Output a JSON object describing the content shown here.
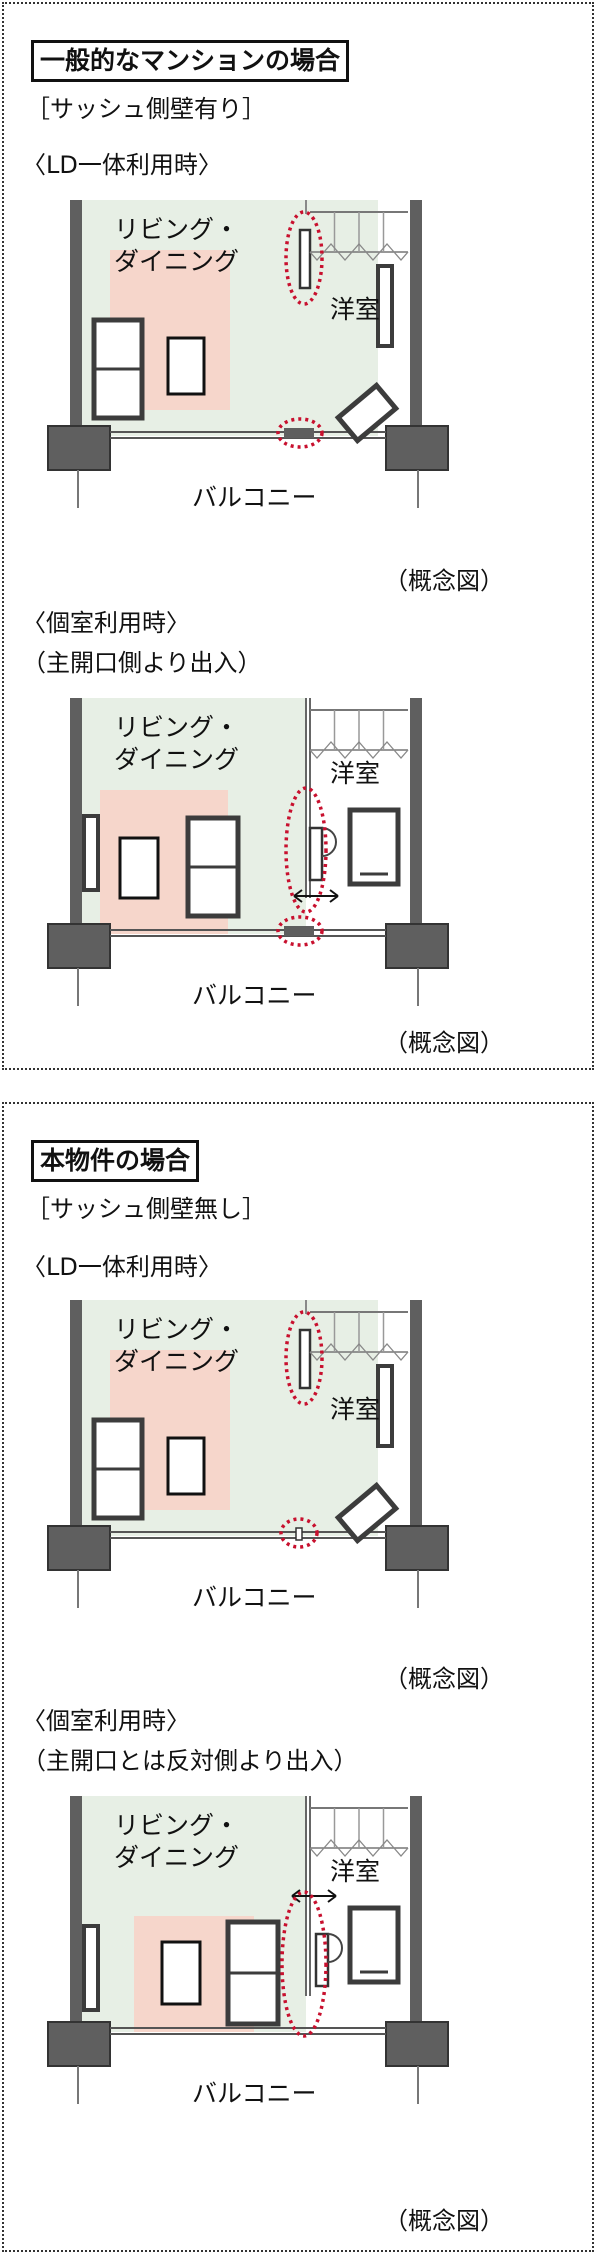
{
  "sections": [
    {
      "title": "一般的なマンションの場合",
      "bracket_note": "［サッシュ側壁有り］",
      "diagrams": [
        {
          "heading": [
            "〈LD一体利用時〉"
          ],
          "ld_label": [
            "リビング・",
            "ダイニング"
          ],
          "room_label": "洋室",
          "balcony_label": "バルコニー",
          "caption": "（概念図）"
        },
        {
          "heading": [
            "〈個室利用時〉",
            "（主開口側より出入）"
          ],
          "ld_label": [
            "リビング・",
            "ダイニング"
          ],
          "room_label": "洋室",
          "balcony_label": "バルコニー",
          "caption": "（概念図）"
        }
      ]
    },
    {
      "title": "本物件の場合",
      "bracket_note": "［サッシュ側壁無し］",
      "diagrams": [
        {
          "heading": [
            "〈LD一体利用時〉"
          ],
          "ld_label": [
            "リビング・",
            "ダイニング"
          ],
          "room_label": "洋室",
          "balcony_label": "バルコニー",
          "caption": "（概念図）"
        },
        {
          "heading": [
            "〈個室利用時〉",
            "（主開口とは反対側より出入）"
          ],
          "ld_label": [
            "リビング・",
            "ダイニング"
          ],
          "room_label": "洋室",
          "balcony_label": "バルコニー",
          "caption": "（概念図）"
        }
      ]
    }
  ],
  "colors": {
    "ld_floor": "#e7efe5",
    "rug": "#f6d6cb",
    "wall": "#5f5f5f",
    "highlight": "#c8102e",
    "furniture": "#3c3c3c"
  }
}
